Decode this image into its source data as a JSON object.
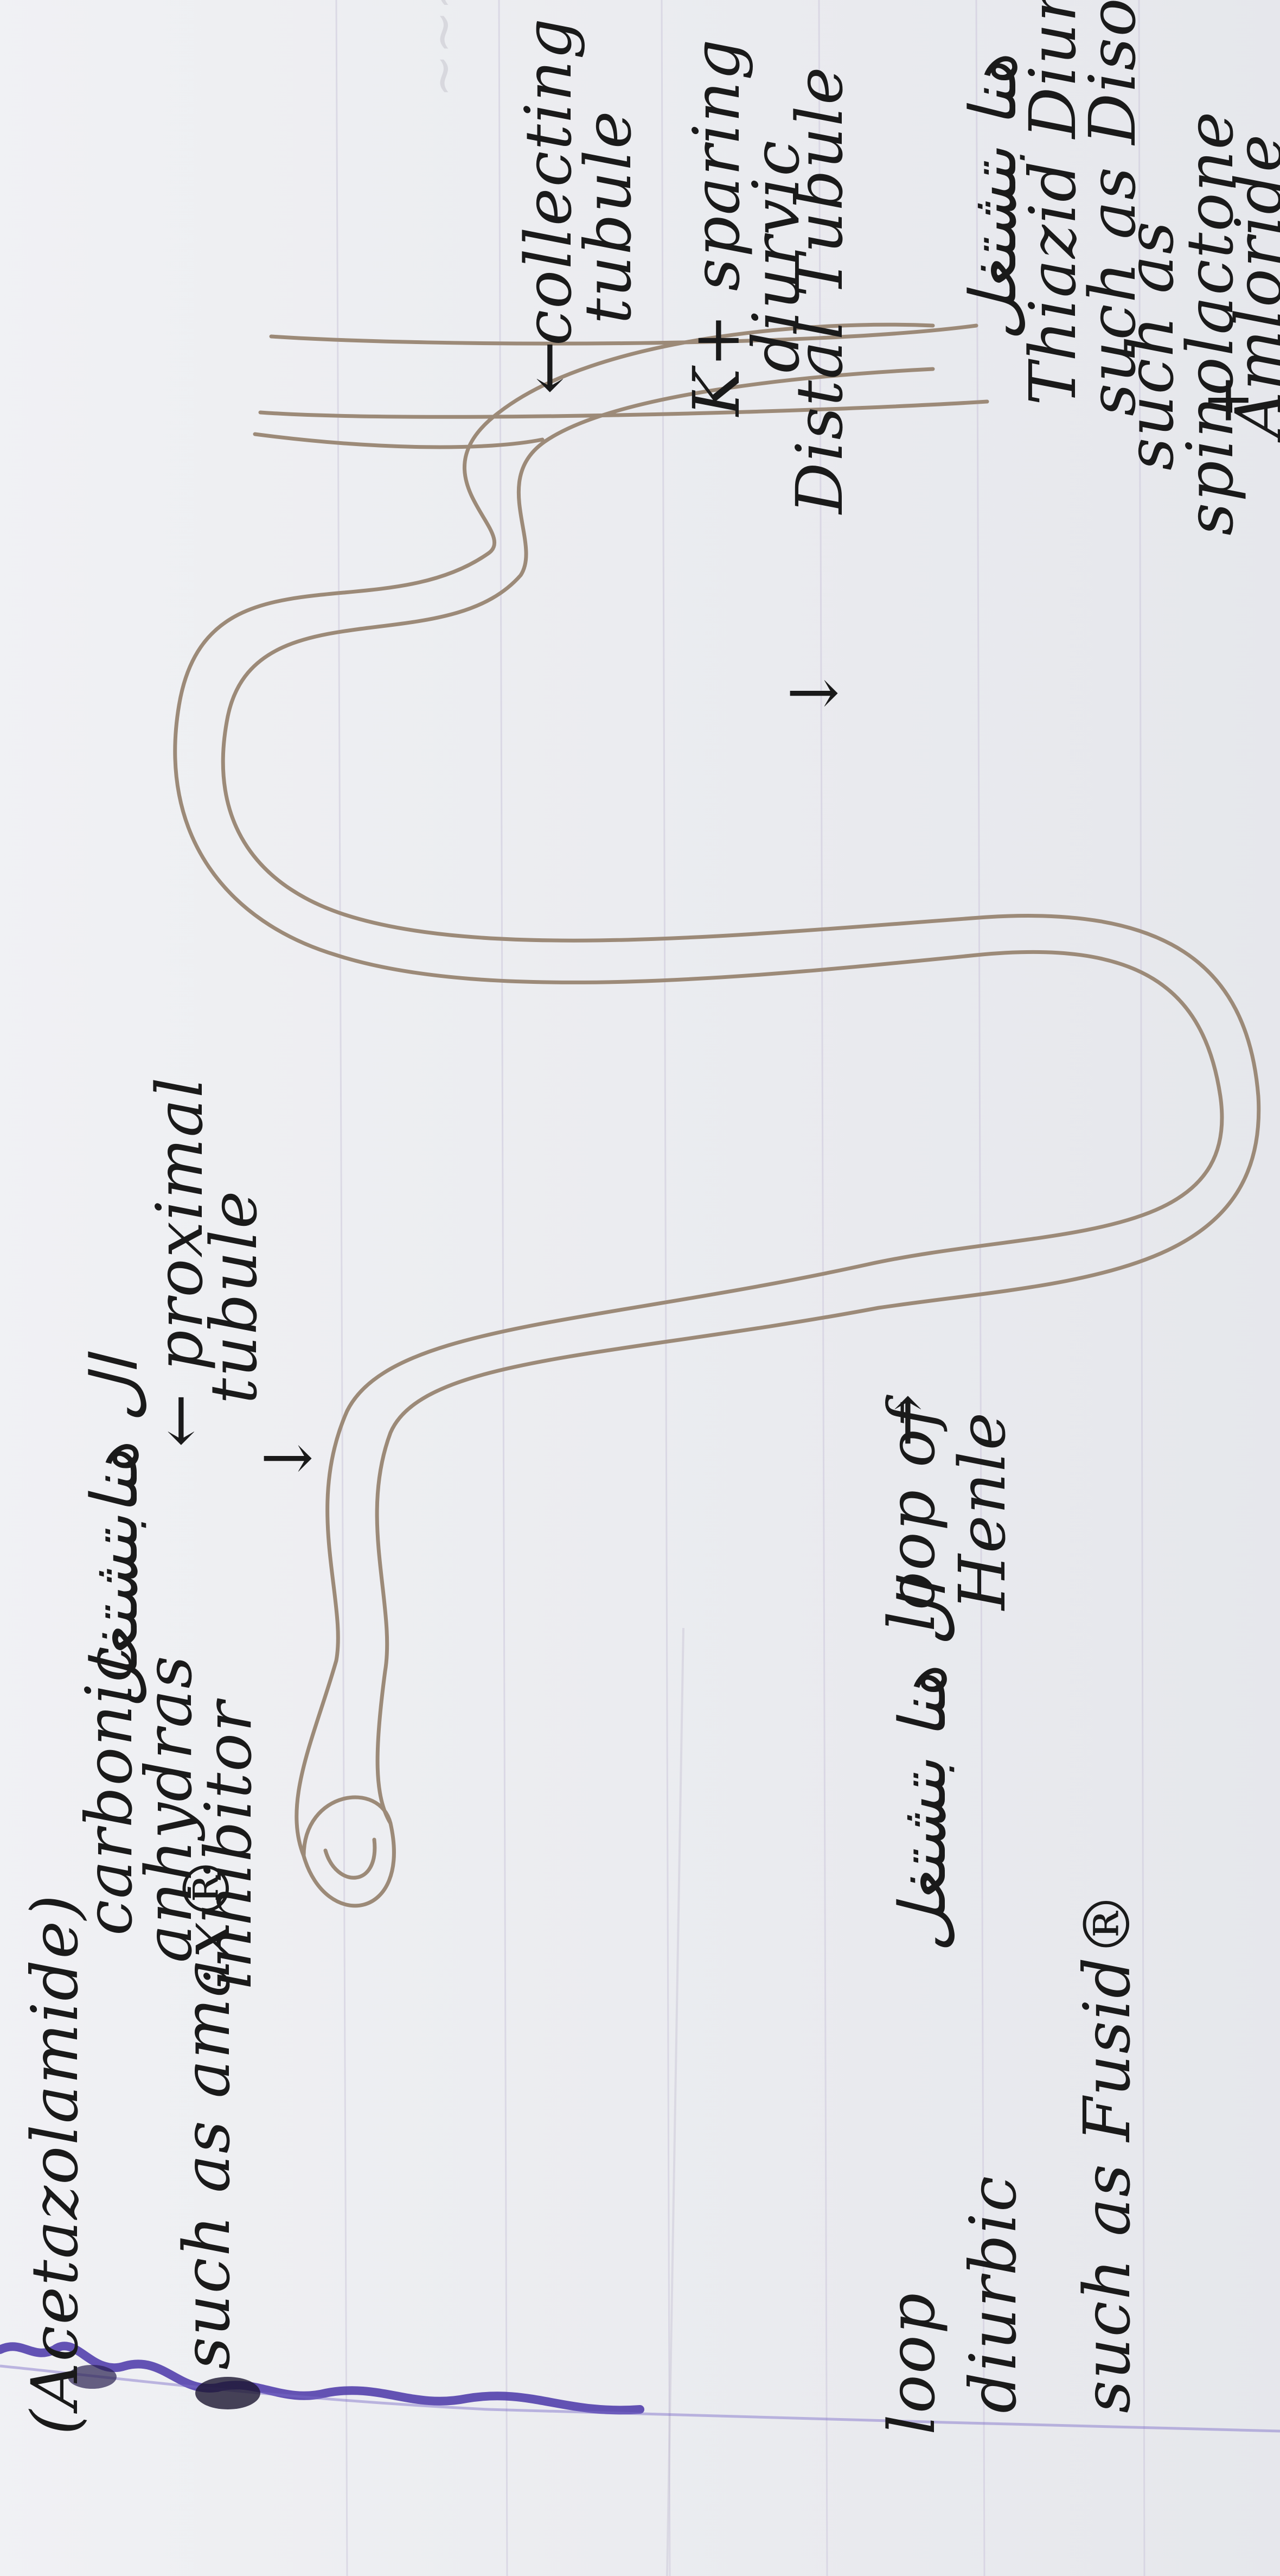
{
  "labels": {
    "distal_tubule": "Distal Tubule",
    "thiazide_arabic": "هنا بتشتغل",
    "thiazide_name": "Thiazid Diurbic",
    "thiazide_example": "such as Disothiazide",
    "collecting_tubule": "collecting",
    "collecting_tubule2": "tubule",
    "k_sparing": "K+ sparing",
    "k_sparing2": "diurvic",
    "such_as_right": "such as",
    "spironolactone": "spinolactone",
    "plus": "+",
    "amiloride": "Amloride",
    "proximal_tubule": "← proximal",
    "proximal_tubule2": "tubule",
    "carbonic_arabic": "ال هنابتشتغل",
    "carbonic_line1": "carbonic",
    "carbonic_line2": "anhydras",
    "carbonic_line3": "inhibitor",
    "acetazolamide": "(Acetazolamide)",
    "such_as_amax": "such as amax®",
    "loop_arabic": "ال هنا بتشتغل",
    "loop_of": "loop of",
    "henle": "Henle",
    "loop_diuretic_1": "loop",
    "loop_diuretic_2": "diurbic",
    "such_as_fusid": "such as Fusid®",
    "arrow_right": "→",
    "arrow_down": "↓",
    "arrow_left": "←"
  },
  "colors": {
    "paper": "#ebecf0",
    "ink": "#1a1a1a",
    "tubule": "#9c8a78",
    "purple_ink": "#4a36a8",
    "rule_line": "#c9c3d9"
  },
  "icons": {
    "purple_smudge": "ink-smudge-icon"
  }
}
